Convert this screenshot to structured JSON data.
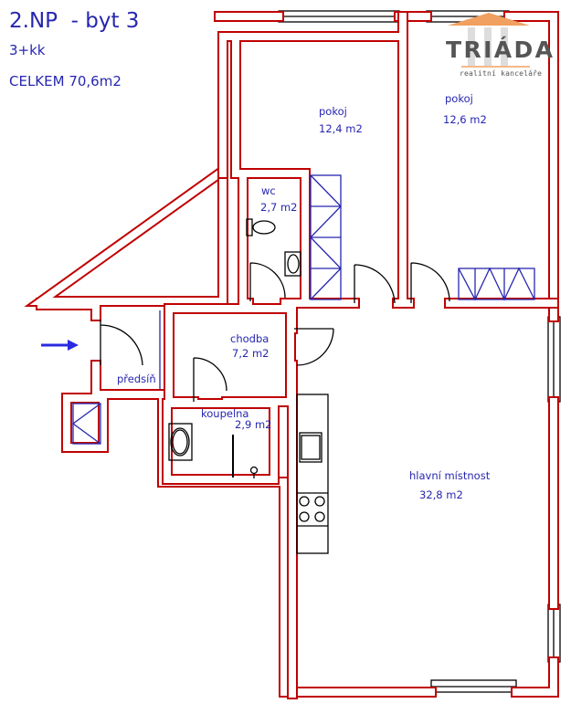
{
  "header": {
    "title": "2.NP  - byt 3",
    "layout": "3+kk",
    "total": "CELKEM 70,6m2"
  },
  "logo": {
    "name": "TRIÁDA",
    "subtitle": "realitní kanceláře",
    "colors": {
      "roof": "#f0a060",
      "text": "#555555"
    }
  },
  "rooms": {
    "pokoj1": {
      "name": "pokoj",
      "area": "12,4 m2"
    },
    "pokoj2": {
      "name": "pokoj",
      "area": "12,6 m2"
    },
    "wc": {
      "name": "wc",
      "area": "2,7 m2"
    },
    "chodba": {
      "name": "chodba",
      "area": "7,2 m2"
    },
    "predsin": {
      "name": "předsíň"
    },
    "koupelna": {
      "name": "koupelna",
      "area": "2,9 m2"
    },
    "hlavni": {
      "name": "hlavní místnost",
      "area": "32,8 m2"
    }
  },
  "colors": {
    "wall": "#c00000",
    "label": "#2626b0",
    "entry_arrow": "#2a2ae0"
  }
}
